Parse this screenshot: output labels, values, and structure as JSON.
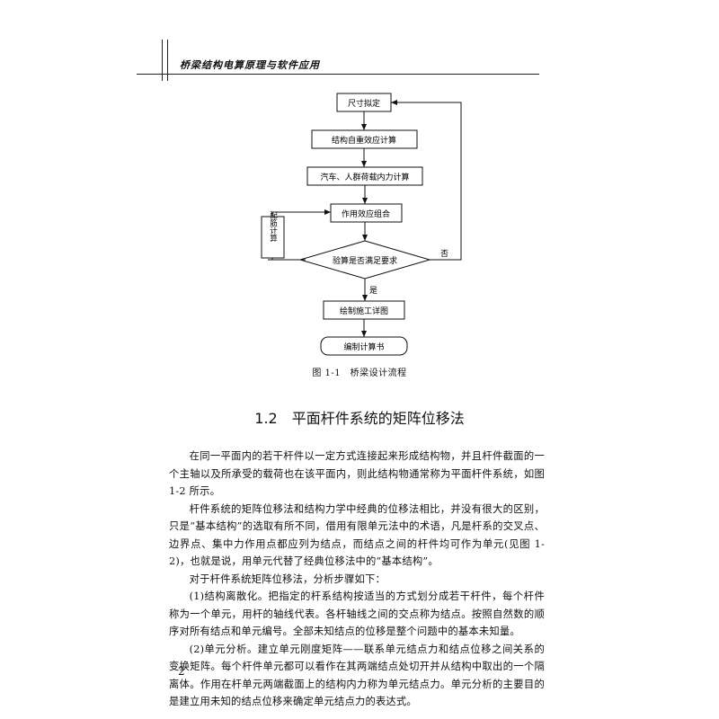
{
  "header": {
    "title": "桥梁结构电算原理与软件应用"
  },
  "flowchart": {
    "nodes": {
      "size": "尺寸拟定",
      "dead_load": "结构自重效应计算",
      "live_load": "汽车、人群荷载内力计算",
      "combination": "作用效应组合",
      "check": "验算是否满足要求",
      "drawing": "绘制施工详图",
      "report": "编制计算书",
      "rebar": "配筋计算"
    },
    "labels": {
      "no": "否",
      "yes": "是"
    }
  },
  "figure": {
    "caption": "图 1-1　桥梁设计流程"
  },
  "section": {
    "title": "1.2　平面杆件系统的矩阵位移法"
  },
  "paragraphs": [
    "在同一平面内的若干杆件以一定方式连接起来形成结构物，并且杆件截面的一个主轴以及所承受的载荷也在该平面内，则此结构物通常称为平面杆件系统，如图 1-2 所示。",
    "杆件系统的矩阵位移法和结构力学中经典的位移法相比，并没有很大的区别，只是“基本结构”的选取有所不同，借用有限单元法中的术语，凡是杆系的交叉点、边界点、集中力作用点都应列为结点，而结点之间的杆件均可作为单元(见图 1-2)，也就是说，用单元代替了经典位移法中的“基本结构”。",
    "对于杆件系统矩阵位移法，分析步骤如下：",
    "(1)结构离散化。把指定的杆系结构按适当的方式划分成若干杆件，每个杆件称为一个单元，用杆的轴线代表。各杆轴线之间的交点称为结点。按照自然数的顺序对所有结点和单元编号。全部未知结点的位移是整个问题中的基本未知量。",
    "(2)单元分析。建立单元刚度矩阵——联系单元结点力和结点位移之间关系的变换矩阵。每个杆件单元都可以看作在其两端结点处切开并从结构中取出的一个隔离体。作用在杆单元两端截面上的结构内力称为单元结点力。单元分析的主要目的是建立用未知的结点位移来确定单元结点力的表达式。"
  ],
  "page": {
    "number": "2"
  }
}
